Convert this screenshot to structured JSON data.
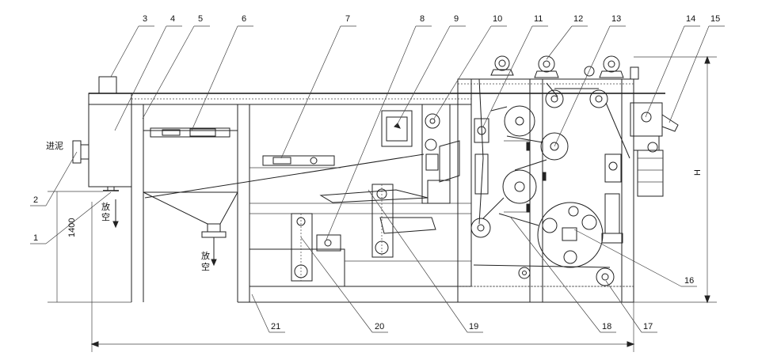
{
  "callouts": {
    "n1": "1",
    "n2": "2",
    "n3": "3",
    "n4": "4",
    "n5": "5",
    "n6": "6",
    "n7": "7",
    "n8": "8",
    "n9": "9",
    "n10": "10",
    "n11": "11",
    "n12": "12",
    "n13": "13",
    "n14": "14",
    "n15": "15",
    "n16": "16",
    "n17": "17",
    "n18": "18",
    "n19": "19",
    "n20": "20",
    "n21": "21"
  },
  "labels": {
    "inlet": "进泥",
    "drain_left_1": "放",
    "drain_left_2": "空",
    "drain_mid_1": "放",
    "drain_mid_2": "空",
    "height_dim": "H",
    "left_dim": "1400"
  }
}
